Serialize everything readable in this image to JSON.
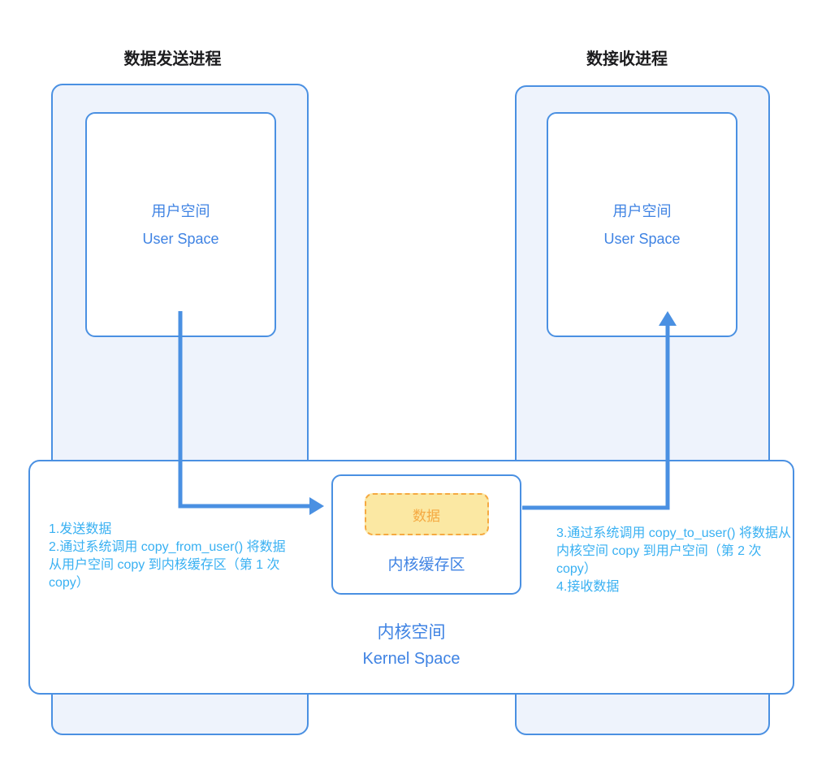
{
  "titles": {
    "left": "数据发送进程",
    "right": "数接收进程"
  },
  "user_space": {
    "cn": "用户空间",
    "en": "User Space"
  },
  "kernel": {
    "cn": "内核空间",
    "en": "Kernel Space",
    "buffer_label": "内核缓存区",
    "data_label": "数据"
  },
  "annotations": {
    "left": "1.发送数据\n2.通过系统调用 copy_from_user() 将数据\n从用户空间 copy 到内核缓存区（第 1 次\ncopy）",
    "right": "3.通过系统调用 copy_to_user() 将数据从\n内核空间 copy 到用户空间（第 2 次\ncopy）\n4.接收数据"
  },
  "colors": {
    "stroke_blue": "#4a90e2",
    "text_blue": "#3f83e3",
    "container_fill": "#eef3fc",
    "annotation_blue": "#38b0f2",
    "data_fill": "#fbe8a3",
    "data_border": "#f5a941",
    "title_text": "#1c1c1e",
    "background": "#ffffff"
  }
}
